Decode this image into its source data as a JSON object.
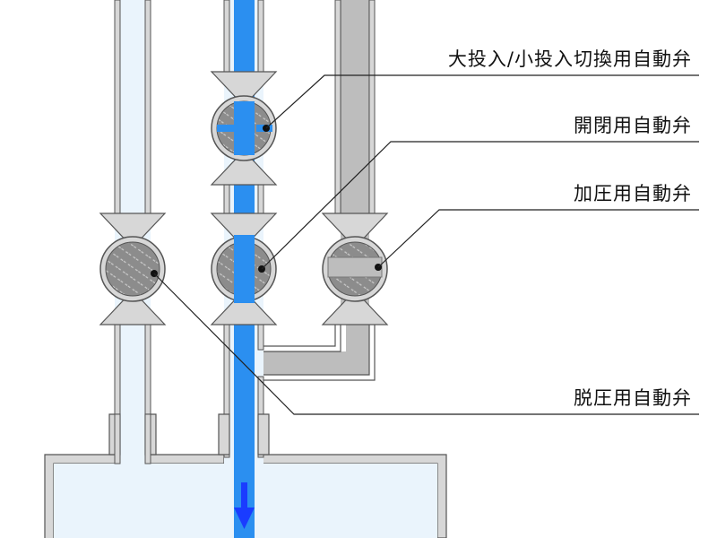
{
  "labels": {
    "switch_valve": "大投入/小投入切換用自動弁",
    "open_close_valve": "開閉用自動弁",
    "pressurize_valve": "加圧用自動弁",
    "depressurize_valve": "脱圧用自動弁"
  },
  "colors": {
    "background": "#ffffff",
    "pipe_light_fill": "#eaf4fc",
    "pipe_outline": "#555555",
    "flow_blue": "#2b8ff0",
    "arrow_blue": "#1a3cff",
    "gas_gray": "#bdbdbd",
    "valve_ball_gray": "#8c8c8c",
    "valve_seat_gray": "#d7d7d7",
    "leader_line": "#222222",
    "label_text": "#111111"
  },
  "icons": {
    "flow_direction": "down-arrow-icon"
  }
}
